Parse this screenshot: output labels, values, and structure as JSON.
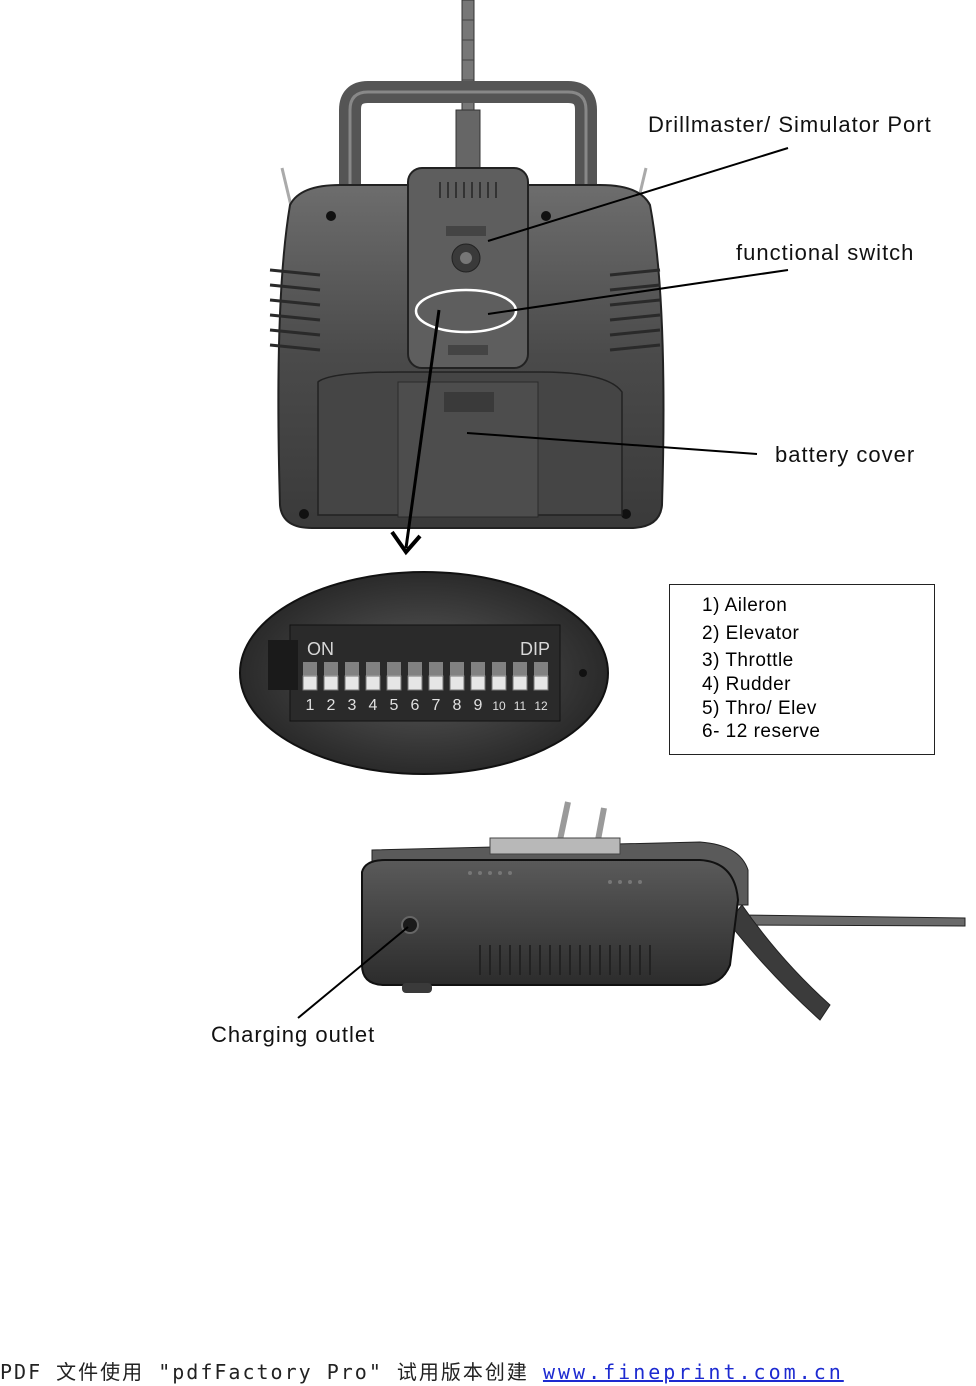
{
  "callouts": {
    "simulator_port": "Drillmaster/ Simulator  Port",
    "functional_switch": "functional switch",
    "battery_cover": "battery cover",
    "charging_outlet": "Charging  outlet"
  },
  "dip_panel": {
    "on_label": "ON",
    "dip_label": "DIP",
    "switch_numbers": [
      "1",
      "2",
      "3",
      "4",
      "5",
      "6",
      "7",
      "8",
      "9",
      "10",
      "11",
      "12"
    ]
  },
  "legend": [
    "1)   Aileron",
    "2)   Elevator",
    "3)   Throttle",
    "4)   Rudder",
    "5)   Thro/ Elev",
    "6- 12     reserve"
  ],
  "footer": {
    "text": "PDF  文件使用 \"pdfFactory Pro\" 试用版本创建 ",
    "link": "www.fineprint.com.cn"
  }
}
